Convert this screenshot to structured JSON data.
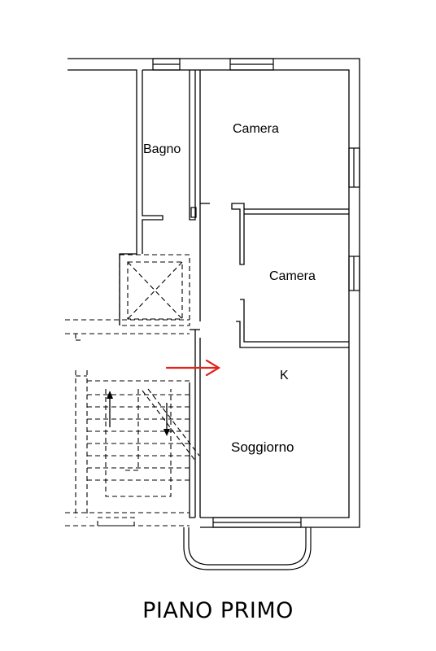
{
  "rooms": {
    "bagno": "Bagno",
    "camera_top": "Camera",
    "camera_middle": "Camera",
    "kitchen": "K",
    "soggiorno": "Soggiorno"
  },
  "floor_title": "PIANO PRIMO",
  "colors": {
    "wall": "#000000",
    "arrow": "#e2231a",
    "background": "#ffffff"
  },
  "icons": {
    "entrance": "entrance-arrow-icon",
    "shaft": "ventilation-shaft-icon",
    "stair_up": "stair-up-arrow-icon",
    "stair_down": "stair-down-arrow-icon"
  }
}
